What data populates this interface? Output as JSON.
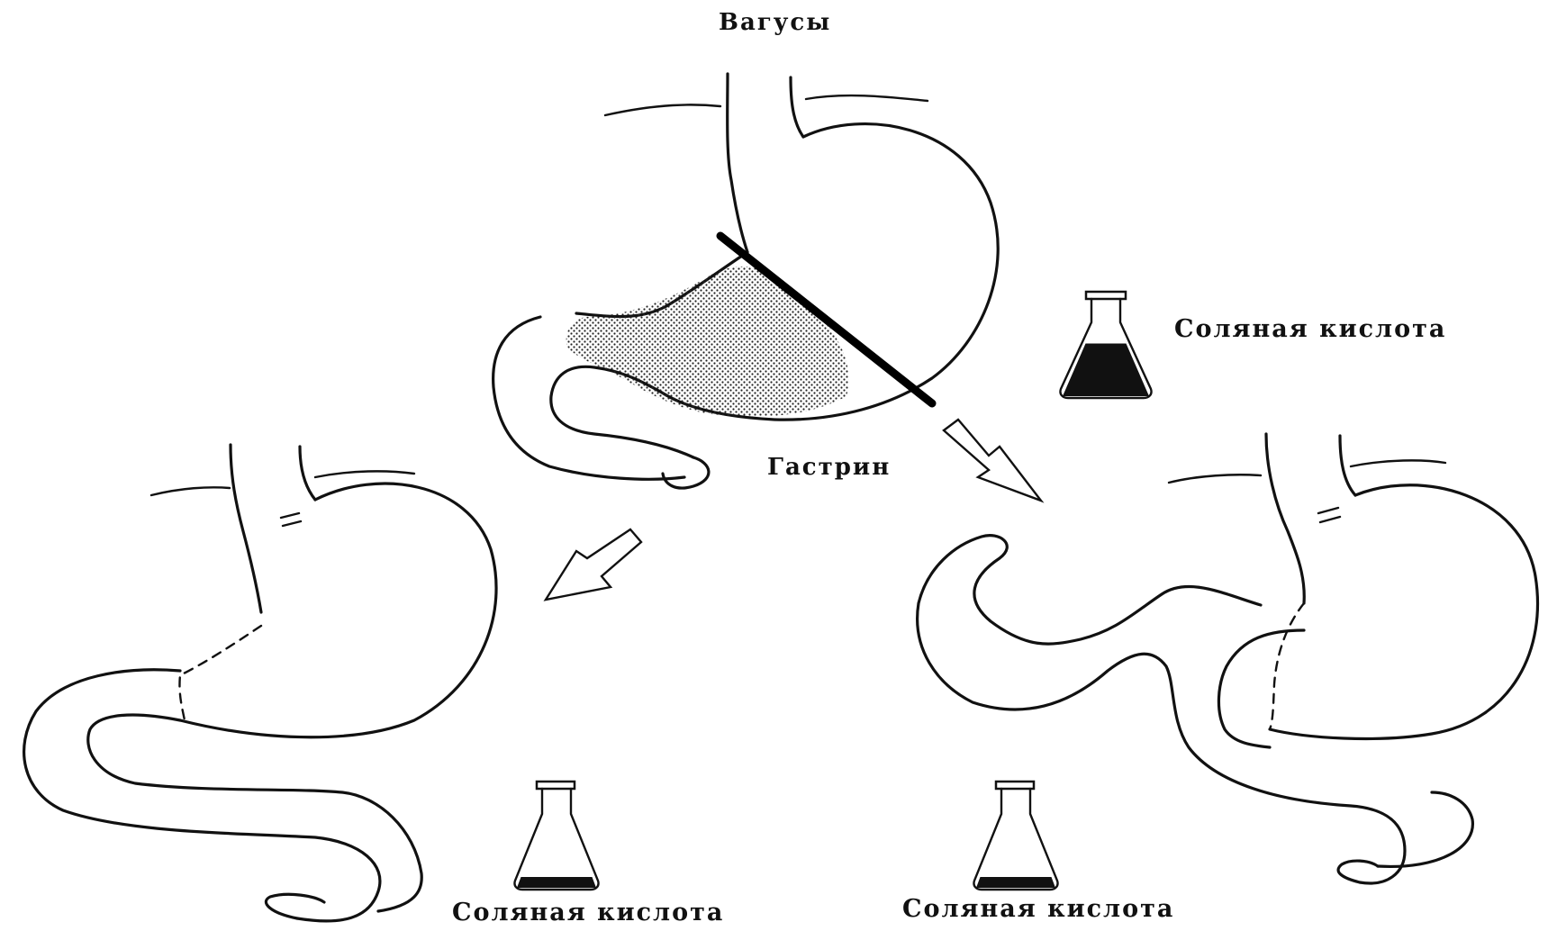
{
  "labels": {
    "vagus": "Вагусы",
    "gastrin": "Гастрин",
    "acid_top": "Соляная кислота",
    "acid_left": "Соляная кислота",
    "acid_right": "Соляная кислота"
  },
  "flasks": {
    "top_fill_level": 0.75,
    "left_fill_level": 0.15,
    "right_fill_level": 0.15
  }
}
